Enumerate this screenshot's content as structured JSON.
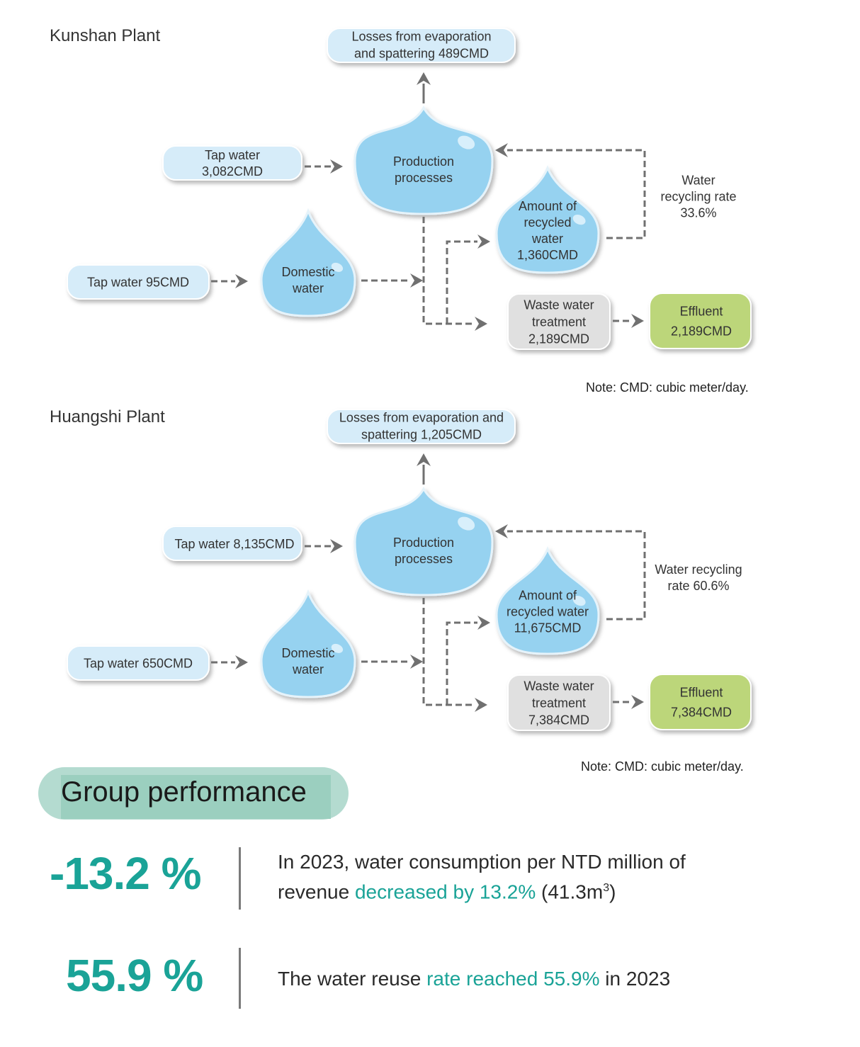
{
  "kunshan": {
    "title": "Kunshan Plant",
    "losses": [
      "Losses from evaporation",
      "and spattering 489CMD"
    ],
    "tap_water_prod": [
      "Tap water",
      "3,082CMD"
    ],
    "production": [
      "Production",
      "processes"
    ],
    "recycling_rate": [
      "Water",
      "recycling rate",
      "33.6%"
    ],
    "recycled": [
      "Amount of",
      "recycled",
      "water",
      "1,360CMD"
    ],
    "tap_water_dom": [
      "Tap water 95CMD"
    ],
    "domestic": [
      "Domestic",
      "water"
    ],
    "wastewater": [
      "Waste water",
      "treatment",
      "2,189CMD"
    ],
    "effluent": [
      "Effluent",
      "2,189CMD"
    ],
    "note": "Note: CMD: cubic meter/day."
  },
  "huangshi": {
    "title": "Huangshi Plant",
    "losses": [
      "Losses from evaporation and",
      "spattering 1,205CMD"
    ],
    "tap_water_prod": [
      "Tap water 8,135CMD"
    ],
    "production": [
      "Production",
      "processes"
    ],
    "recycling_rate": [
      "Water recycling",
      "rate 60.6%"
    ],
    "recycled": [
      "Amount of",
      "recycled water",
      "11,675CMD"
    ],
    "tap_water_dom": [
      "Tap water 650CMD"
    ],
    "domestic": [
      "Domestic",
      "water"
    ],
    "wastewater": [
      "Waste water",
      "treatment",
      "7,384CMD"
    ],
    "effluent": [
      "Effluent",
      "7,384CMD"
    ],
    "note": "Note: CMD: cubic meter/day."
  },
  "group": {
    "title": "Group performance",
    "stat1": {
      "value": "-13.2 %",
      "line1": "In 2023, water consumption per NTD million of",
      "pre": "revenue ",
      "highlight": "decreased by 13.2%",
      "post": " (41.3m",
      "sup": "3",
      "close": ")"
    },
    "stat2": {
      "value": "55.9 %",
      "pre": "The water reuse ",
      "highlight": "rate reached 55.9%",
      "post": " in 2023"
    }
  },
  "colors": {
    "drop_fill": "#96d2f0",
    "drop_stroke": "#e6f3fa",
    "box_light": "#d6ecf9",
    "box_gray": "#e0e0e0",
    "box_green": "#bcd67a",
    "arrow": "#707070",
    "teal": "#1aa397"
  }
}
